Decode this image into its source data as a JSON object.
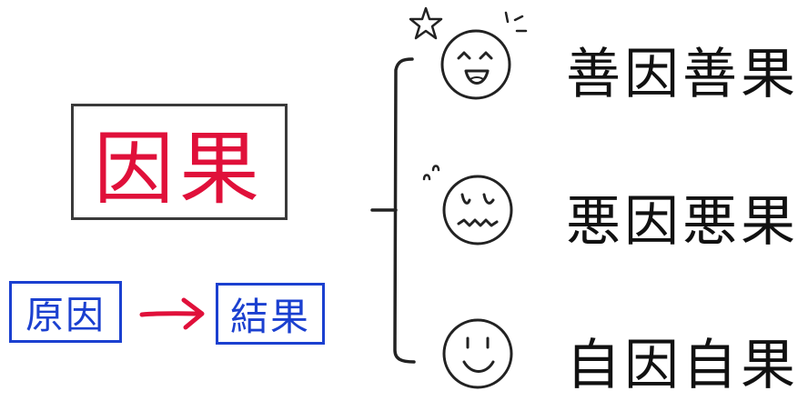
{
  "main": {
    "label": "因果"
  },
  "flow": {
    "cause_label": "原因",
    "effect_label": "結果"
  },
  "rows": [
    {
      "label": "善因善果",
      "face": "happy-face-icon"
    },
    {
      "label": "悪因悪果",
      "face": "worried-face-icon"
    },
    {
      "label": "自因自果",
      "face": "smile-face-icon"
    }
  ],
  "colors": {
    "accent_red": "#e0103a",
    "accent_blue": "#1b40d0",
    "ink": "#111111"
  }
}
